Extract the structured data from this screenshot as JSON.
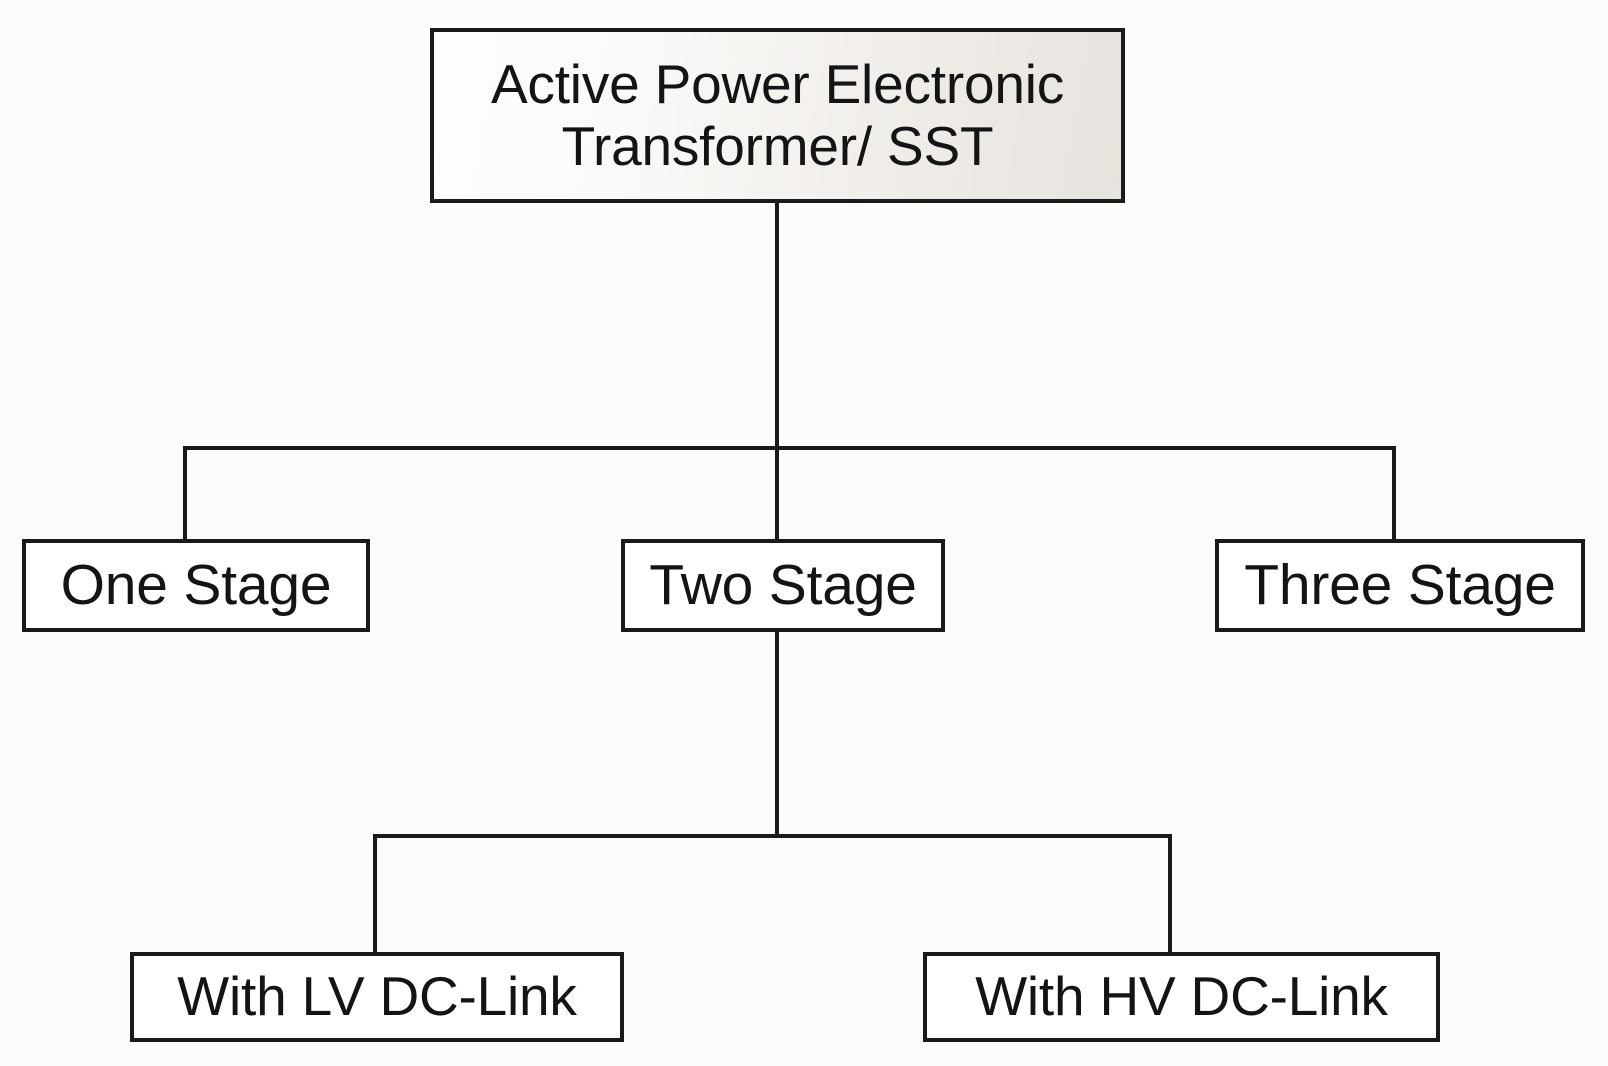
{
  "diagram": {
    "title": "Active Power Electronic Transformer / SST classification",
    "type": "hierarchy-tree",
    "background_color": "#fdfcfa",
    "line_color": "#1a1a1a",
    "root_fill_start": "#fefefe",
    "root_fill_end": "#e7e3de",
    "node_fill": "#ffffff"
  },
  "nodes": {
    "root": {
      "label": "Active Power Electronic\nTransformer/ SST",
      "line1": "Active Power Electronic",
      "line2": "Transformer/ SST",
      "level": 0
    },
    "one_stage": {
      "label": "One Stage",
      "level": 1
    },
    "two_stage": {
      "label": "Two Stage",
      "level": 1
    },
    "three_stage": {
      "label": "Three Stage",
      "level": 1
    },
    "lv_dc_link": {
      "label": "With LV DC-Link",
      "level": 2
    },
    "hv_dc_link": {
      "label": "With HV DC-Link",
      "level": 2
    }
  },
  "edges": [
    {
      "from": "root",
      "to": "one_stage"
    },
    {
      "from": "root",
      "to": "two_stage"
    },
    {
      "from": "root",
      "to": "three_stage"
    },
    {
      "from": "two_stage",
      "to": "lv_dc_link"
    },
    {
      "from": "two_stage",
      "to": "hv_dc_link"
    }
  ]
}
